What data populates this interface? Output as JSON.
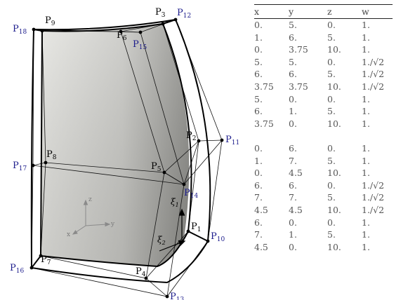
{
  "points": {
    "P1": {
      "label": "P",
      "sub": "1"
    },
    "P2": {
      "label": "P",
      "sub": "2"
    },
    "P3": {
      "label": "P",
      "sub": "3"
    },
    "P4": {
      "label": "P",
      "sub": "4"
    },
    "P5": {
      "label": "P",
      "sub": "5"
    },
    "P6": {
      "label": "P",
      "sub": "6"
    },
    "P7": {
      "label": "P",
      "sub": "7"
    },
    "P8": {
      "label": "P",
      "sub": "8"
    },
    "P9": {
      "label": "P",
      "sub": "9"
    },
    "P10": {
      "label": "P",
      "sub": "10"
    },
    "P11": {
      "label": "P",
      "sub": "11"
    },
    "P12": {
      "label": "P",
      "sub": "12"
    },
    "P13": {
      "label": "P",
      "sub": "13"
    },
    "P14": {
      "label": "P",
      "sub": "14"
    },
    "P15": {
      "label": "P",
      "sub": "15"
    },
    "P16": {
      "label": "P",
      "sub": "16"
    },
    "P17": {
      "label": "P",
      "sub": "17"
    },
    "P18": {
      "label": "P",
      "sub": "18"
    }
  },
  "axes": {
    "x": "x",
    "y": "y",
    "z": "z"
  },
  "params": {
    "xi1": "ξ",
    "xi1_sub": "1",
    "xi2": "ξ",
    "xi2_sub": "2"
  },
  "colors": {
    "black_label": "#000000",
    "blue_label": "#1c1c8c",
    "surface_light": "#dcdcd8",
    "surface_dark": "#8f8f8b"
  },
  "table": {
    "headers": [
      "x",
      "y",
      "z",
      "w"
    ],
    "block1": [
      [
        "0.",
        "5.",
        "0.",
        "1."
      ],
      [
        "1.",
        "6.",
        "5.",
        "1."
      ],
      [
        "0.",
        "3.75",
        "10.",
        "1."
      ],
      [
        "5.",
        "5.",
        "0.",
        "1./√2"
      ],
      [
        "6.",
        "6.",
        "5.",
        "1./√2"
      ],
      [
        "3.75",
        "3.75",
        "10.",
        "1./√2"
      ],
      [
        "5.",
        "0.",
        "0.",
        "1."
      ],
      [
        "6.",
        "1.",
        "5.",
        "1."
      ],
      [
        "3.75",
        "0.",
        "10.",
        "1."
      ]
    ],
    "block2": [
      [
        "0.",
        "6.",
        "0.",
        "1."
      ],
      [
        "1.",
        "7.",
        "5.",
        "1."
      ],
      [
        "0.",
        "4.5",
        "10.",
        "1."
      ],
      [
        "6.",
        "6.",
        "0.",
        "1./√2"
      ],
      [
        "7.",
        "7.",
        "5.",
        "1./√2"
      ],
      [
        "4.5",
        "4.5",
        "10.",
        "1./√2"
      ],
      [
        "6.",
        "0.",
        "0.",
        "1."
      ],
      [
        "7.",
        "1.",
        "5.",
        "1."
      ],
      [
        "4.5",
        "0.",
        "10.",
        "1."
      ]
    ]
  }
}
